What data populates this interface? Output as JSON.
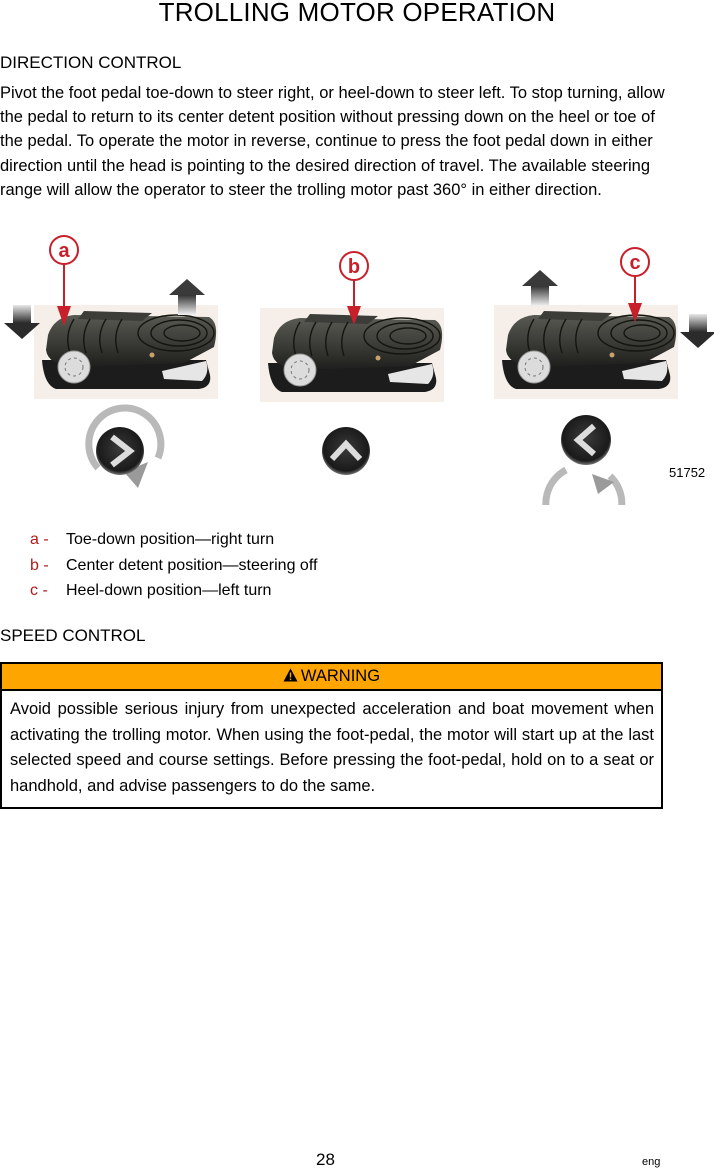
{
  "page": {
    "title": "TROLLING MOTOR OPERATION",
    "page_number": "28",
    "language": "eng"
  },
  "direction_control": {
    "heading": "DIRECTION CONTROL",
    "body": "Pivot the foot pedal toe-down to steer right, or heel-down to steer left. To stop turning, allow the pedal to return to its center detent position without pressing down on the heel or toe of the pedal. To operate the motor in reverse, continue to press the foot pedal down in either direction until the head is pointing to the desired direction of travel. The available steering range will allow the operator to steer the trolling motor past 360° in either direction.",
    "figure": {
      "figure_number": "51752",
      "callout_color": "#c8202a",
      "panels": [
        {
          "callout": "a",
          "indicator": "chevron-right-icon",
          "rotation": "clockwise"
        },
        {
          "callout": "b",
          "indicator": "chevron-up-icon",
          "rotation": "none"
        },
        {
          "callout": "c",
          "indicator": "chevron-left-icon",
          "rotation": "counterclockwise"
        }
      ]
    },
    "legend": [
      {
        "key": "a -",
        "text": "Toe-down position—right turn"
      },
      {
        "key": "b -",
        "text": "Center detent position—steering off"
      },
      {
        "key": "c -",
        "text": "Heel-down position—left turn"
      }
    ]
  },
  "speed_control": {
    "heading": "SPEED CONTROL",
    "warning": {
      "label": "WARNING",
      "header_color": "#ffa500",
      "icon": "warning-triangle-icon",
      "text": "Avoid possible serious injury from unexpected acceleration and boat movement when activating the trolling motor. When using the foot-pedal, the motor will start up at the last selected speed and course settings. Before pressing the foot-pedal, hold on to a seat or handhold, and advise passengers to do the same."
    }
  }
}
